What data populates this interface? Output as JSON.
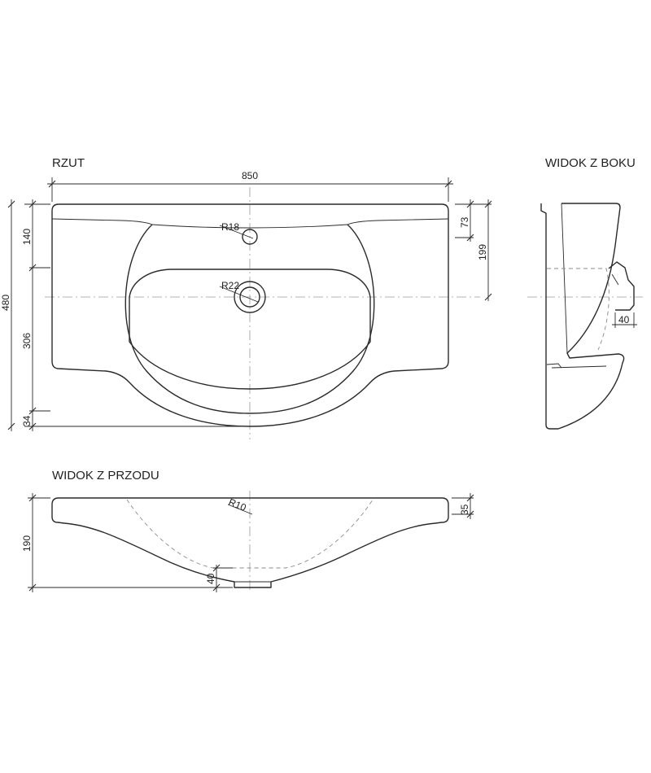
{
  "views": {
    "top_title": "RZUT",
    "side_title": "WIDOK Z BOKU",
    "front_title": "WIDOK Z PRZODU"
  },
  "dimensions": {
    "width": "850",
    "depth": "480",
    "top_depth": "140",
    "middle_depth": "306",
    "bottom_depth": "34",
    "rim_depth": "73",
    "center_offset": "199",
    "side_drain": "40",
    "height": "190",
    "rim_height": "35",
    "front_drain": "40",
    "faucet_radius": "R18",
    "drain_radius": "R22",
    "bowl_radius": "R10"
  }
}
